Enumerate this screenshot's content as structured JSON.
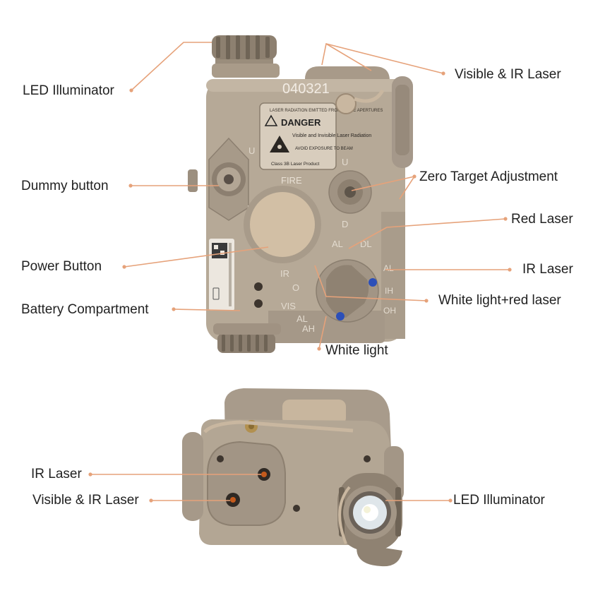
{
  "colors": {
    "leader_line": "#e6a27a",
    "device_body": "#b5a898",
    "device_dark": "#8f8373",
    "device_light": "#cdbfae",
    "text": "#222222",
    "warning_plate": "#d9cfc0",
    "lens_blue": "#2c4fb8"
  },
  "device_markings": {
    "serial": "040321",
    "fire": "FIRE",
    "warning_small": "LASER RADIATION EMITTED FROM THESE APERTURES",
    "warning_title": "DANGER",
    "warning_body": "Visible and Invisible Laser Radiation",
    "warning_avoid": "AVOID EXPOSURE TO BEAM",
    "warning_class": "Class 3B Laser Product",
    "knob_up": "U",
    "knob_down": "D",
    "mode_ir": "IR",
    "mode_off": "O",
    "mode_vis": "VIS",
    "mode_al": "AL",
    "mode_dl": "DL",
    "mode_ah": "AH",
    "mode_ih": "IH",
    "mode_oh": "OH"
  },
  "labels": {
    "led_illuminator_top": "LED Illuminator",
    "visible_ir_laser_top": "Visible & IR Laser",
    "dummy_button": "Dummy button",
    "zero_target_adjustment": "Zero Target Adjustment",
    "red_laser": "Red Laser",
    "power_button": "Power Button",
    "ir_laser_top": "IR Laser",
    "white_light_red_laser": "White light+red laser",
    "battery_compartment": "Battery Compartment",
    "white_light": "White light",
    "ir_laser_bottom": "IR Laser",
    "visible_ir_laser_bottom": "Visible & IR Laser",
    "led_illuminator_bottom": "LED Illuminator"
  }
}
